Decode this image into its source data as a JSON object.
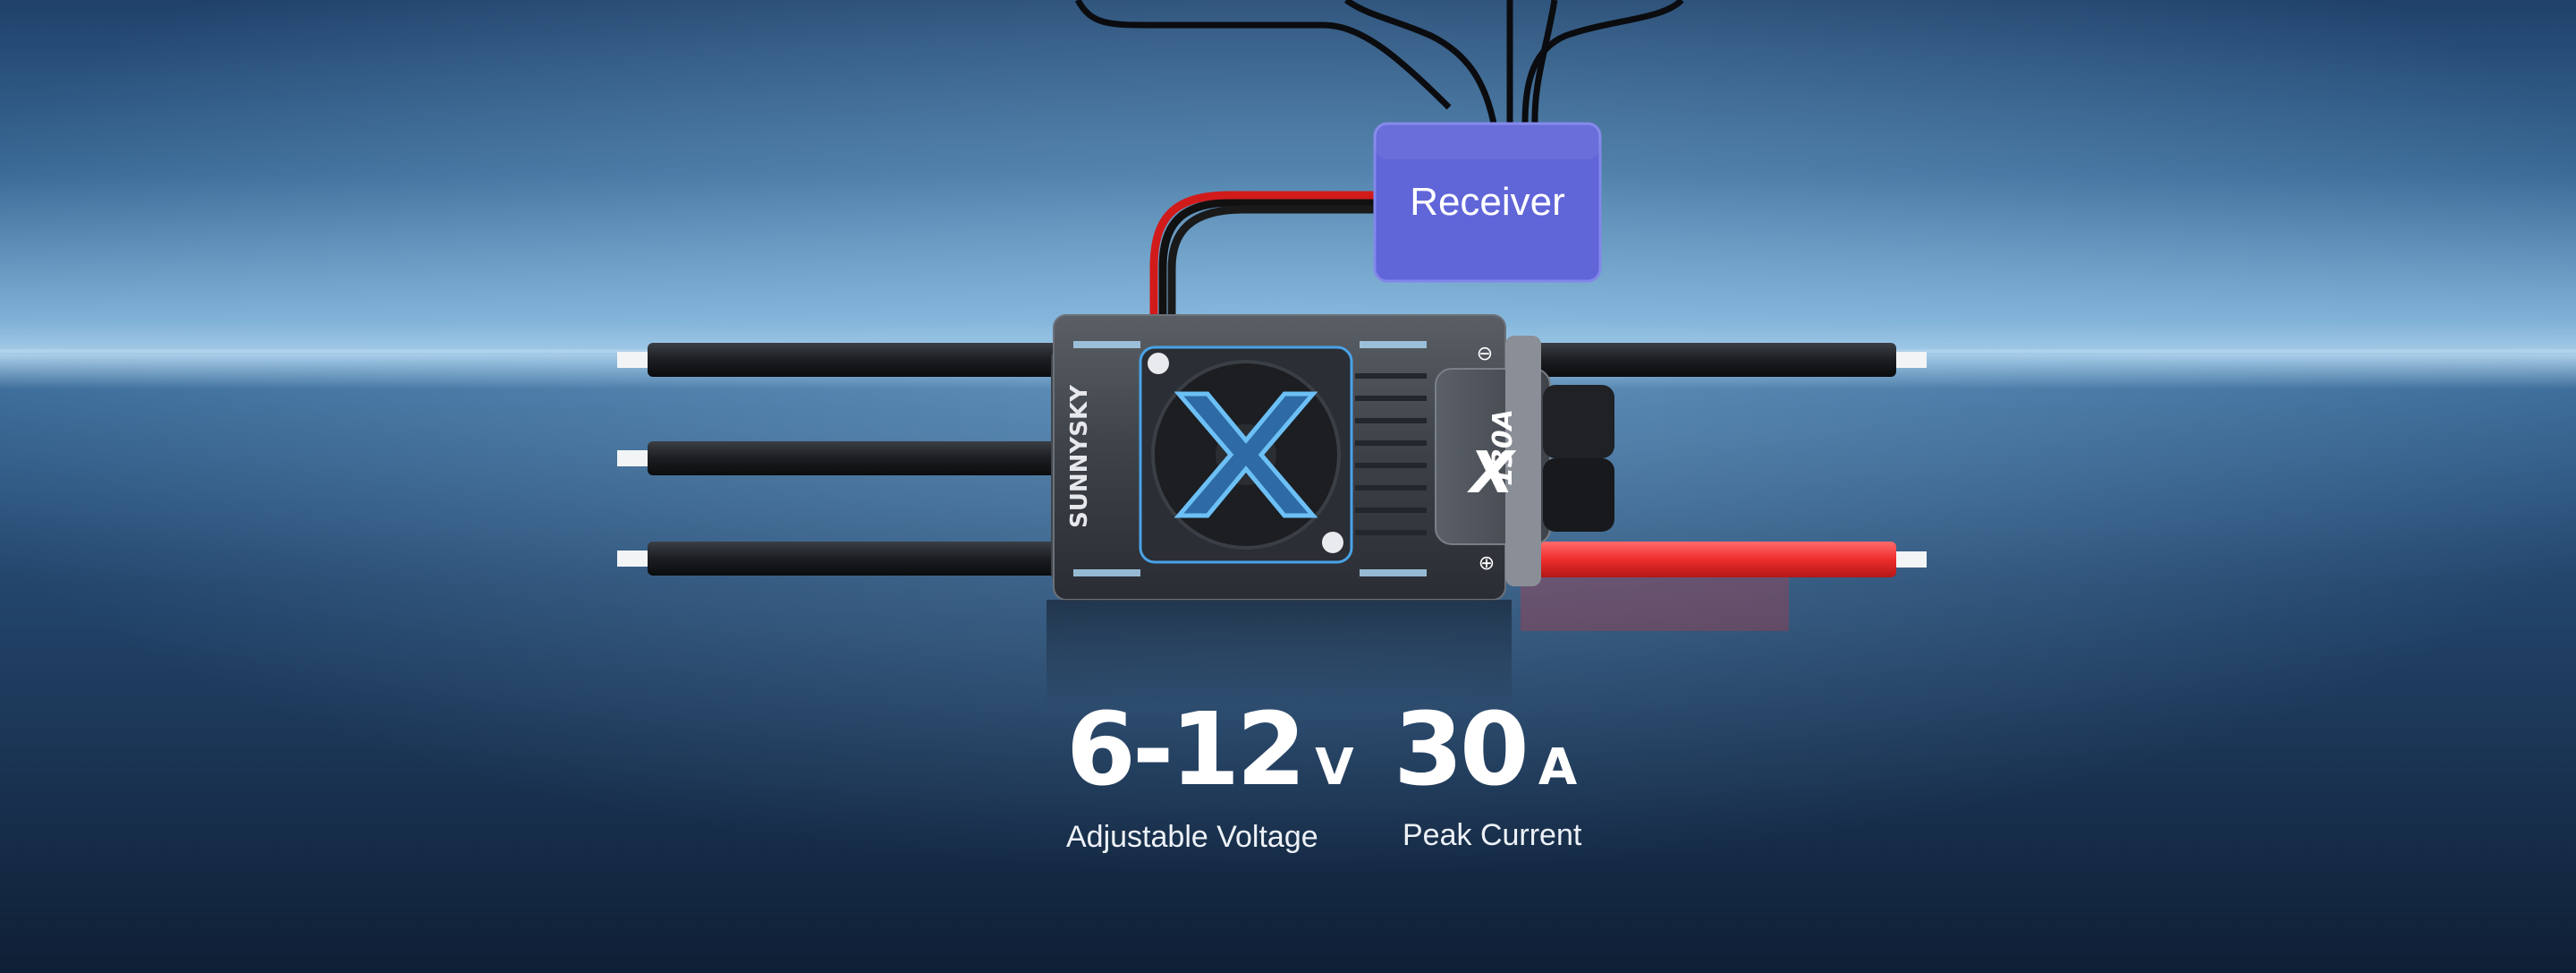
{
  "receiver": {
    "label": "Receiver"
  },
  "esc": {
    "brand": "SUNNYSKY",
    "model": "X",
    "rating": "130A",
    "negative_symbol": "⊖",
    "positive_symbol": "⊕"
  },
  "specs": [
    {
      "value": "6-12",
      "unit": "V",
      "label": "Adjustable Voltage"
    },
    {
      "value": "30",
      "unit": "A",
      "label": "Peak Current"
    }
  ],
  "colors": {
    "background_top": "#1f4468",
    "horizon": "#7fb0d6",
    "background_bottom": "#112238",
    "receiver_fill": "#6065d8",
    "signal_wire": "#d11b1b",
    "positive_lead": "#ee2d2d",
    "fan_accent": "#4aa3e8",
    "text": "#ffffff"
  }
}
